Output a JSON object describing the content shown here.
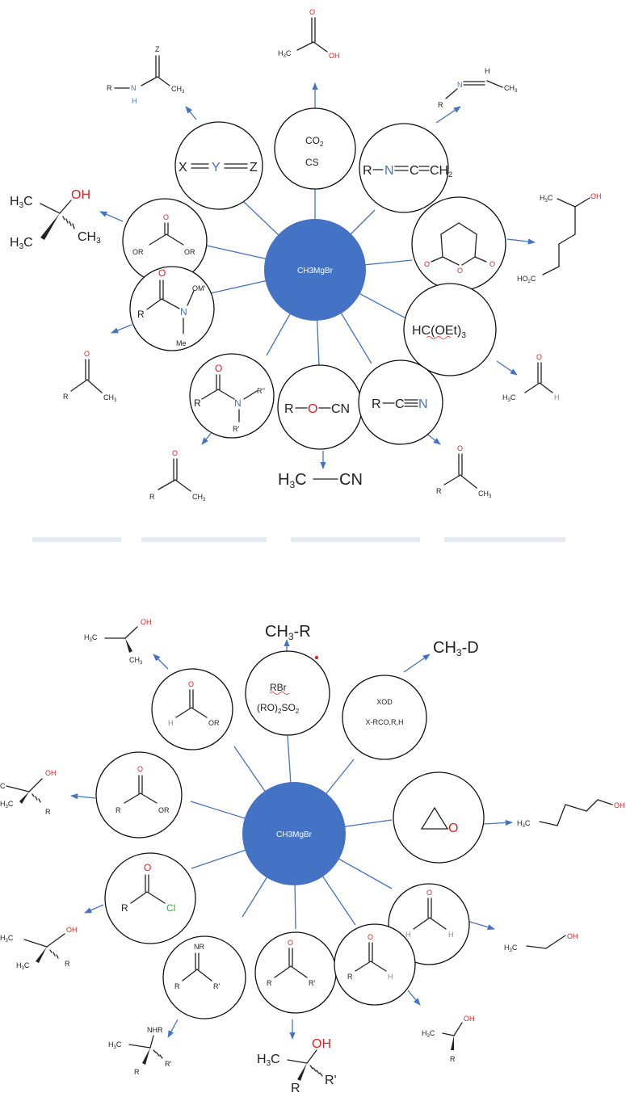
{
  "hub_label": "CH3MgBr",
  "diagram_top": {
    "reagents": {
      "co2_cs": [
        "CO",
        "2",
        "CS"
      ],
      "xyz": [
        "X",
        "Y",
        "Z"
      ],
      "imine_ketene": [
        "R",
        "N",
        "C",
        "CH",
        "2"
      ],
      "orthoformate": [
        "HC(OEt)",
        "3"
      ],
      "nitrile": [
        "R",
        "C",
        "N"
      ],
      "cyanate": [
        "R",
        "O",
        "CN"
      ],
      "amide": [
        "O",
        "R",
        "N",
        "R''",
        "R'"
      ],
      "weinreb": [
        "O",
        "R",
        "N",
        "OM'",
        "Me"
      ],
      "carbonate": [
        "O",
        "OR",
        "OR"
      ],
      "anhydride": [
        "O",
        "O",
        "O"
      ]
    },
    "products": {
      "acetic_acid": [
        "O",
        "H",
        "3",
        "C",
        "OH"
      ],
      "amide_prod": [
        "Z",
        "R",
        "N",
        "H",
        "CH",
        "3"
      ],
      "imine_prod": [
        "H",
        "N",
        "CH",
        "3",
        "R"
      ],
      "keto_acid": [
        "H",
        "3",
        "C",
        "OH",
        "HO",
        "2",
        "C"
      ],
      "acetaldehyde": [
        "O",
        "H",
        "3",
        "C",
        "H"
      ],
      "ketone_nitrile": [
        "O",
        "R",
        "CH",
        "3"
      ],
      "acetonitrile": [
        "H",
        "3",
        "C",
        "CN"
      ],
      "ketone_amide": [
        "O",
        "R",
        "CH",
        "3"
      ],
      "ketone_weinreb": [
        "O",
        "R",
        "CH",
        "3"
      ],
      "tbutanol": [
        "H",
        "3",
        "C",
        "OH",
        "H",
        "3",
        "C",
        "CH",
        "3"
      ]
    }
  },
  "diagram_bottom": {
    "reagents": {
      "rbr": [
        "RBr",
        "(RO)",
        "2",
        "SO",
        "2"
      ],
      "xod": [
        "XOD",
        "X-RCO,R,H"
      ],
      "epoxide": [
        "O"
      ],
      "formaldehyde": [
        "O",
        "H",
        "H"
      ],
      "aldehyde": [
        "O",
        "R",
        "H"
      ],
      "ketone": [
        "O",
        "R",
        "R'"
      ],
      "ketimine": [
        "NR",
        "R",
        "R'"
      ],
      "acyl_chloride": [
        "O",
        "R",
        "Cl"
      ],
      "ester": [
        "O",
        "R",
        "OR"
      ],
      "formate": [
        "O",
        "H",
        "OR"
      ]
    },
    "products": {
      "methyl_r": [
        "CH",
        "3",
        "-R"
      ],
      "ch3d": [
        "CH",
        "3",
        "-D"
      ],
      "butanol": [
        "H",
        "3",
        "C",
        "OH"
      ],
      "ethanol": [
        "H",
        "3",
        "C",
        "OH"
      ],
      "sec_alcohol": [
        "OH",
        "H",
        "3",
        "C",
        "R"
      ],
      "tert_alcohol": [
        "OH",
        "H",
        "3",
        "C",
        "R",
        "R'"
      ],
      "amine": [
        "NHR",
        "H",
        "3",
        "C",
        "R",
        "R'"
      ],
      "tert_alcohol_cl": [
        "OH",
        "H",
        "3",
        "C",
        "H",
        "3",
        "C",
        "R"
      ],
      "tert_alcohol_ester": [
        "OH",
        "C",
        "H",
        "3",
        "C",
        "R"
      ],
      "isopropanol": [
        "OH",
        "H",
        "3",
        "C",
        "CH",
        "3"
      ]
    }
  }
}
